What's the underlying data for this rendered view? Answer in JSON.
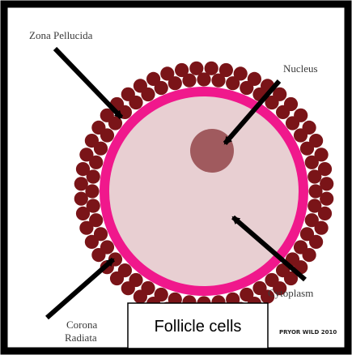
{
  "labels": {
    "zona_pellucida": "Zona Pellucida",
    "nucleus": "Nucleus",
    "cytoplasm": "Cytoplasm",
    "corona_line1": "Corona",
    "corona_line2": "Radiata",
    "follicle_cells": "Follicle cells",
    "credit": "PRYOR WILD 2010"
  },
  "colors": {
    "frame": "#000000",
    "follicle_cell": "#7a1418",
    "zona_pellucida": "#f0188c",
    "cytoplasm": "#e8cfd2",
    "nucleus": "#a05a5e",
    "arrow": "#000000"
  }
}
